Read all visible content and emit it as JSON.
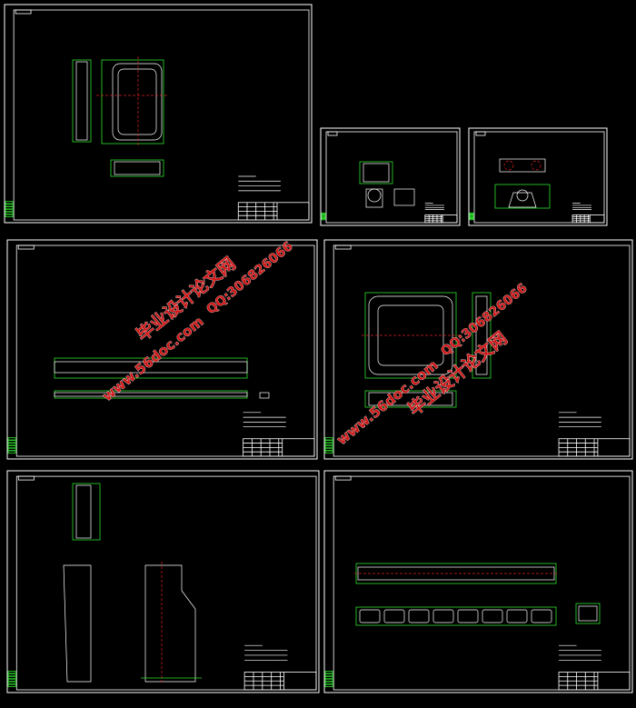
{
  "watermarks": {
    "site_name": "毕业设计论文网",
    "url": "www.56doc.com",
    "qq": "QQ:306826066"
  }
}
